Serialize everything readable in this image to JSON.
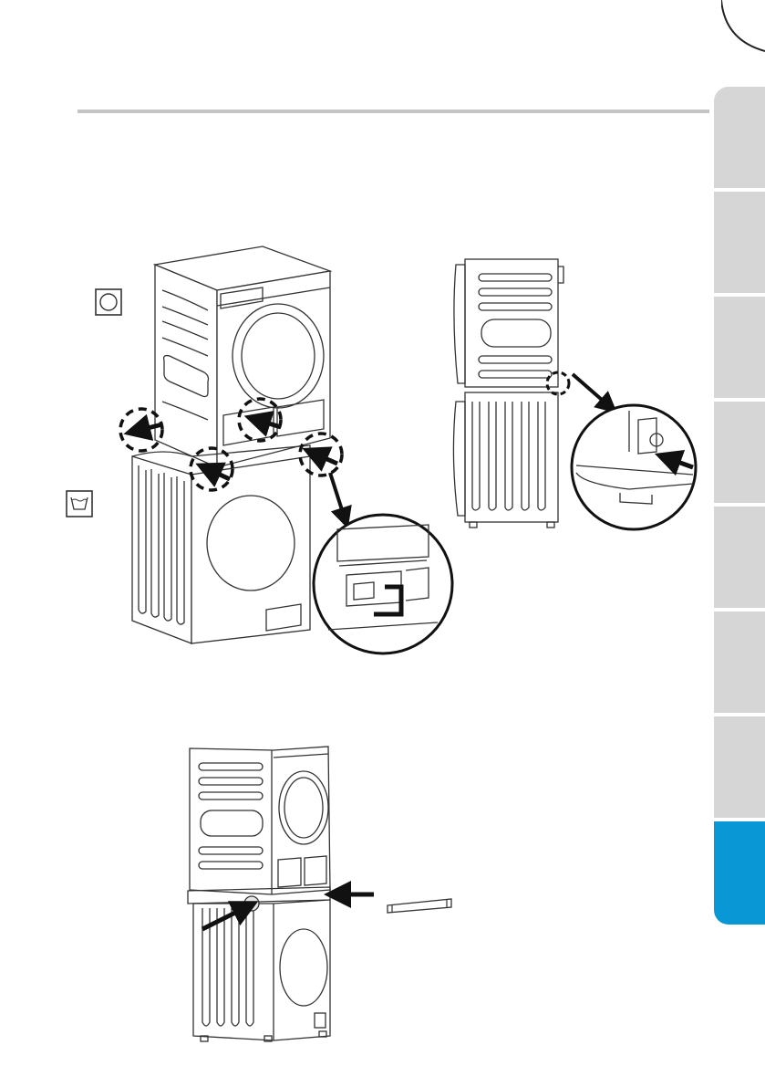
{
  "tabs": [
    {
      "id": "tab-1",
      "active": false
    },
    {
      "id": "tab-2",
      "active": false
    },
    {
      "id": "tab-3",
      "active": false
    },
    {
      "id": "tab-4",
      "active": false
    },
    {
      "id": "tab-5",
      "active": false
    },
    {
      "id": "tab-6",
      "active": false
    },
    {
      "id": "tab-7",
      "active": false
    },
    {
      "id": "tab-8",
      "active": true
    }
  ],
  "colors": {
    "accent": "#0a97d5",
    "tab_inactive": "#d6d6d6",
    "rule": "#c4c4c4",
    "line": "#333333"
  },
  "icons": [
    "dryer-symbol-icon",
    "washer-symbol-icon",
    "arrow-icon",
    "dashed-circle-highlight-icon"
  ]
}
